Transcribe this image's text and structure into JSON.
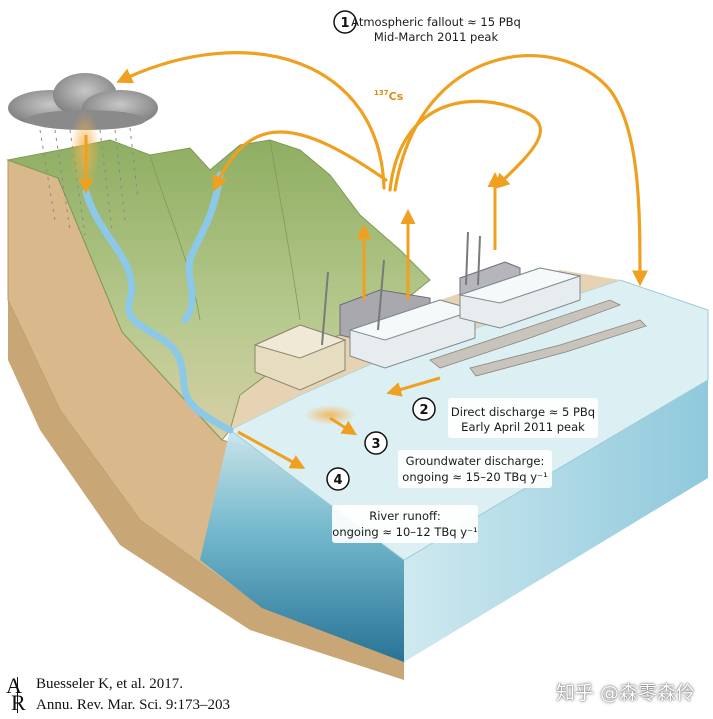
{
  "pathways": [
    {
      "number": "1",
      "line1": "Atmospheric fallout ≈ 15 PBq",
      "line2": "Mid-March 2011 peak"
    },
    {
      "number": "2",
      "line1": "Direct discharge ≈ 5 PBq",
      "line2": "Early April 2011 peak"
    },
    {
      "number": "3",
      "line1": "Groundwater discharge:",
      "line2": "ongoing ≈ 15–20 TBq y⁻¹"
    },
    {
      "number": "4",
      "line1": "River runoff:",
      "line2": "ongoing ≈ 10–12 TBq y⁻¹"
    }
  ],
  "isotope": {
    "mass": "137",
    "symbol": "Cs"
  },
  "citation": {
    "line1": "Buesseler K, et al. 2017.",
    "line2": "Annu. Rev. Mar. Sci. 9:173–203"
  },
  "watermark": "知乎 @森零森伶",
  "colors": {
    "arrow": "#f0a020",
    "ocean_top": "#d6eef0",
    "ocean_front": "#3c9ab8",
    "land": "#dcbd94",
    "hills": "#a9c07f",
    "river": "#8cc8e8"
  }
}
